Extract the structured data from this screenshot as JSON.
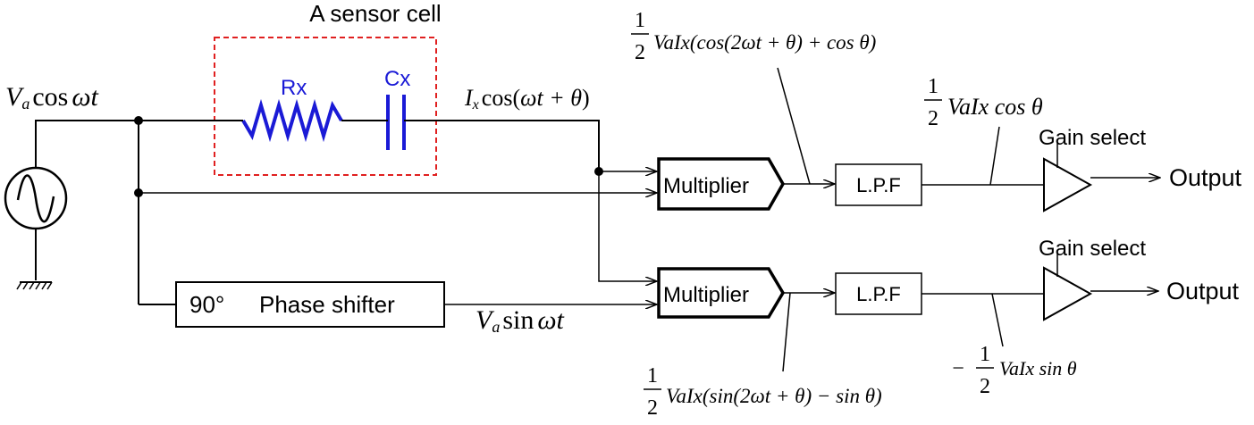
{
  "sensor_cell": {
    "title": "A sensor cell",
    "resistor_label": "Rx",
    "capacitor_label": "Cx"
  },
  "source": {
    "signal": {
      "sym": "V",
      "sub": "a",
      "text": "cos",
      "var": "ωt"
    }
  },
  "current": {
    "sym": "I",
    "sub": "x",
    "text": "cos(",
    "arg": "ωt + θ",
    "close": ")"
  },
  "phase_shifter": {
    "degree": "90°",
    "label": "Phase shifter",
    "output": {
      "sym": "V",
      "sub": "a",
      "text": "sin",
      "var": "ωt"
    }
  },
  "blocks": {
    "multiplier": "Multiplier",
    "lpf": "L.P.F",
    "gain_select": "Gain select",
    "output": "Output"
  },
  "equations": {
    "top_mult": {
      "frac_num": "1",
      "frac_den": "2",
      "body": "VaIx(cos(2ωt + θ) + cos θ)"
    },
    "top_lpf": {
      "frac_num": "1",
      "frac_den": "2",
      "body": "VaIx cos θ"
    },
    "bottom_mult": {
      "frac_num": "1",
      "frac_den": "2",
      "body": "VaIx(sin(2ωt + θ) − sin θ)"
    },
    "bottom_lpf": {
      "sign": "−",
      "frac_num": "1",
      "frac_den": "2",
      "body": "VaIx sin θ"
    }
  }
}
